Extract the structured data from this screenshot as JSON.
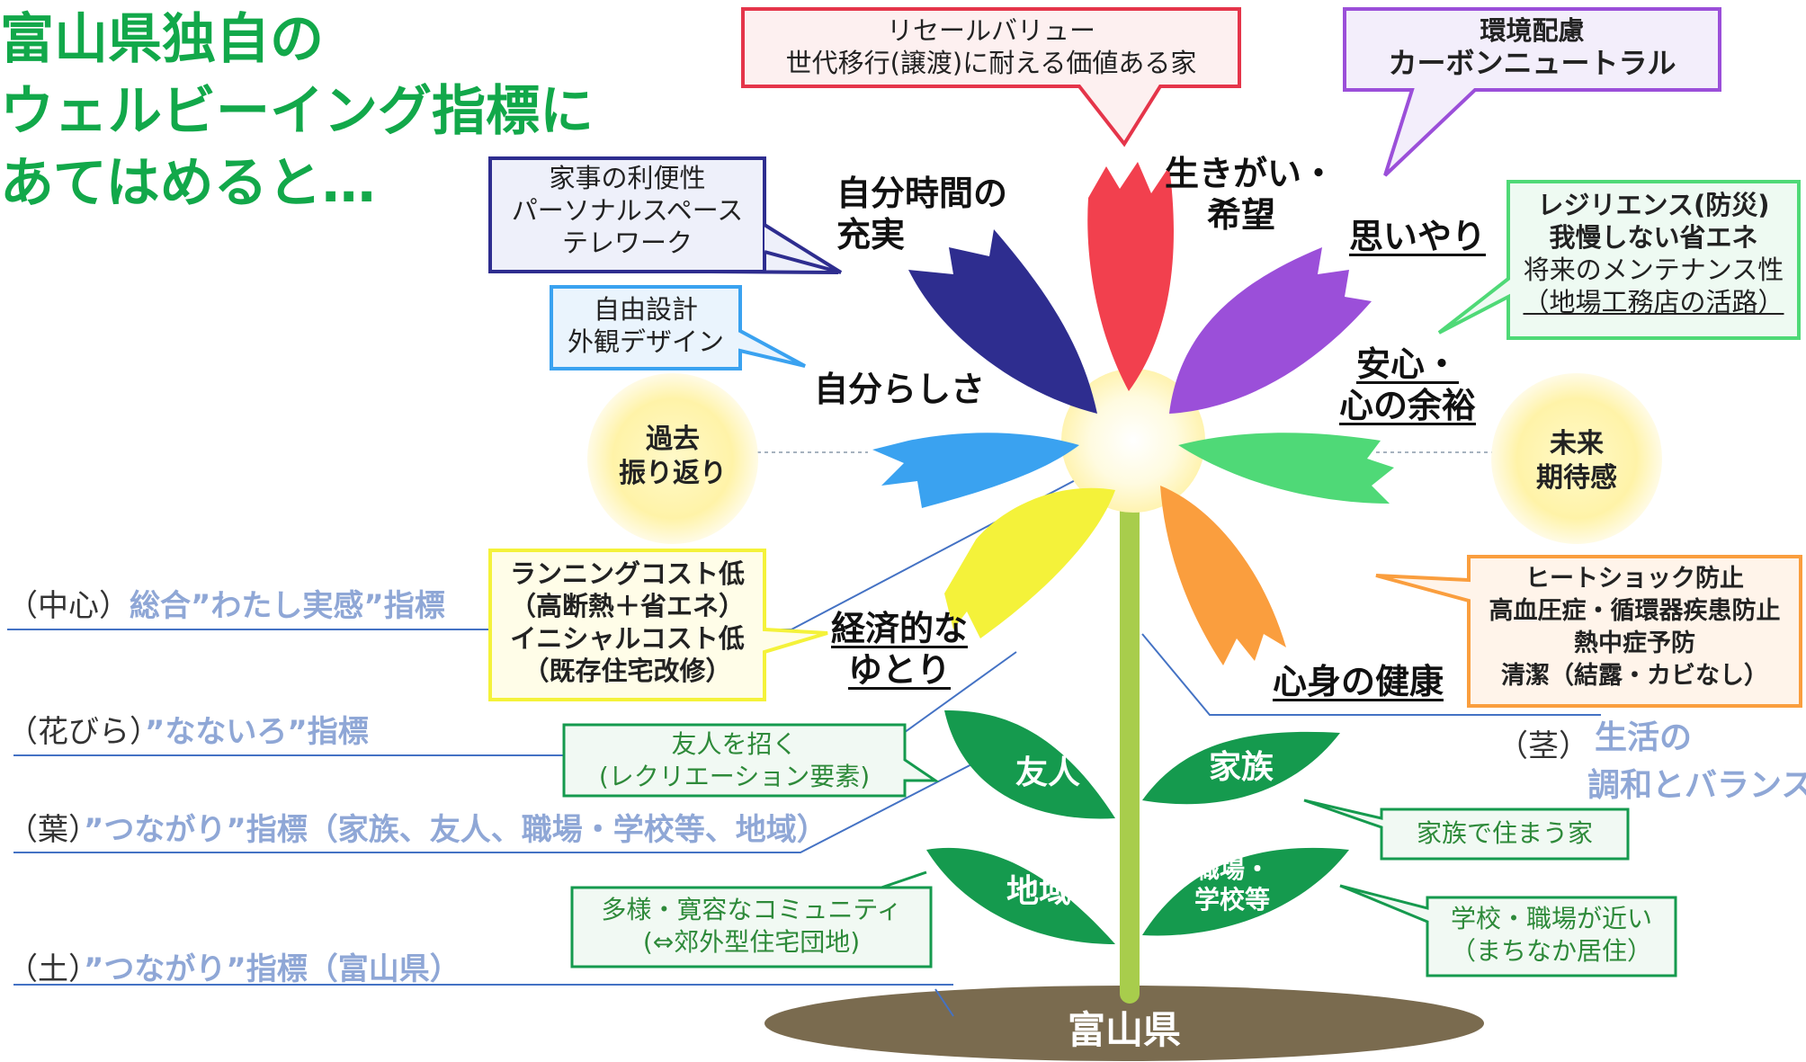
{
  "title": {
    "line1": "富山県独自の",
    "line2": "ウェルビーイング指標に",
    "line3": "あてはめると…"
  },
  "petals": {
    "red": {
      "line1": "生きがい・",
      "line2": "希望"
    },
    "navy": {
      "line1": "自分時間の",
      "line2": "充実"
    },
    "purple": {
      "line1": "思いやり"
    },
    "blue": {
      "line1": "自分らしさ"
    },
    "green": {
      "line1": "安心・",
      "line2": "心の余裕"
    },
    "yellow": {
      "line1": "経済的な",
      "line2": "ゆとり"
    },
    "orange": {
      "line1": "心身の健康"
    }
  },
  "circles": {
    "past": {
      "line1": "過去",
      "line2": "振り返り"
    },
    "future": {
      "line1": "未来",
      "line2": "期待感"
    }
  },
  "leaves": {
    "friend": "友人",
    "family": "家族",
    "region": "地域",
    "work": {
      "line1": "職場・",
      "line2": "学校等"
    }
  },
  "soil": "富山県",
  "stem_label": {
    "prefix": "（茎）",
    "line1": "生活の",
    "line2": "調和とバランス"
  },
  "left_labels": {
    "center": {
      "prefix": "（中心）",
      "text": "総合”わたし実感”指標"
    },
    "petal": {
      "prefix": "（花びら）",
      "text": "”なないろ”指標"
    },
    "leaf": {
      "prefix": "（葉）",
      "text": "”つながり”指標（家族、友人、職場・学校等、地域）"
    },
    "soil": {
      "prefix": "（土）",
      "text": "”つながり”指標（富山県）"
    }
  },
  "callouts": {
    "resale": {
      "line1": "リセールバリュー",
      "line2": "世代移行(譲渡)に耐える価値ある家"
    },
    "environment": {
      "line1": "環境配慮",
      "line2": "カーボンニュートラル"
    },
    "housework": {
      "line1": "家事の利便性",
      "line2": "パーソナルスペース",
      "line3": "テレワーク"
    },
    "freedesign": {
      "line1": "自由設計",
      "line2": "外観デザイン"
    },
    "resilience": {
      "line1": "レジリエンス(防災)",
      "line2": "我慢しない省エネ",
      "line3": "将来のメンテナンス性",
      "line4": "（地場工務店の活路）"
    },
    "cost": {
      "line1": "ランニングコスト低",
      "line2": "（高断熱＋省エネ）",
      "line3": "イニシャルコスト低",
      "line4": "（既存住宅改修）"
    },
    "health": {
      "line1": "ヒートショック防止",
      "line2": "高血圧症・循環器疾患防止",
      "line3": "熱中症予防",
      "line4": "清潔（結露・カビなし）"
    },
    "friends": {
      "line1": "友人を招く",
      "line2": "(レクリエーション要素)"
    },
    "familyhome": {
      "line1": "家族で住まう家"
    },
    "community": {
      "line1": "多様・寛容なコミュニティ",
      "line2": "(⇔郊外型住宅団地)"
    },
    "school": {
      "line1": "学校・職場が近い",
      "line2": "（まちなか居住）"
    }
  },
  "colors": {
    "red": "#f2404e",
    "navy": "#2e2d8f",
    "purple": "#9b4fd9",
    "blue": "#3aa2f0",
    "green": "#4fd977",
    "yellow": "#f4f23a",
    "orange": "#fa9e3e",
    "leaf": "#159a4e",
    "stem": "#a8cd4c",
    "soil": "#7a6b4f",
    "title": "#12a84a"
  }
}
